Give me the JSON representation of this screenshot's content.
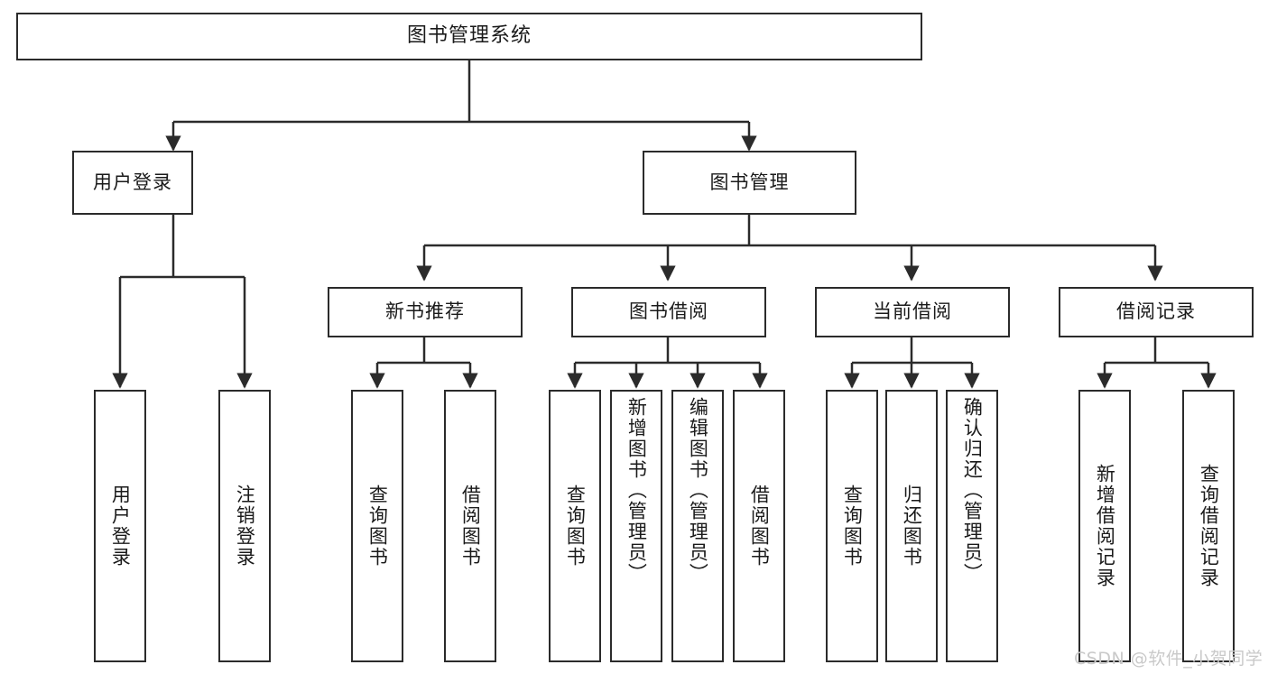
{
  "diagram": {
    "title": "图书管理系统",
    "type": "functional-structure-tree",
    "watermark": "CSDN @软件_小贺同学",
    "colors": {
      "box_border": "#2b2b2b",
      "box_fill": "#ffffff",
      "edge": "#2b2b2b",
      "text": "#1a1a1a",
      "watermark": "#c9c9c9",
      "background": "#ffffff"
    },
    "root": {
      "label": "图书管理系统"
    },
    "level2": [
      {
        "id": "user-login",
        "label": "用户登录"
      },
      {
        "id": "book-manage",
        "label": "图书管理"
      }
    ],
    "level3": [
      {
        "id": "new-book-recommend",
        "label": "新书推荐"
      },
      {
        "id": "book-borrow",
        "label": "图书借阅"
      },
      {
        "id": "current-borrow",
        "label": "当前借阅"
      },
      {
        "id": "borrow-record",
        "label": "借阅记录"
      }
    ],
    "leaves": {
      "user-login": [
        {
          "id": "leaf-user-login",
          "label": "用户登录"
        },
        {
          "id": "leaf-logout",
          "label": "注销登录"
        }
      ],
      "new-book-recommend": [
        {
          "id": "leaf-query-book-1",
          "label": "查询图书"
        },
        {
          "id": "leaf-borrow-book-1",
          "label": "借阅图书"
        }
      ],
      "book-borrow": [
        {
          "id": "leaf-query-book-2",
          "label": "查询图书"
        },
        {
          "id": "leaf-add-book",
          "label": "新增图书（管理员）"
        },
        {
          "id": "leaf-edit-book",
          "label": "编辑图书（管理员）"
        },
        {
          "id": "leaf-borrow-book-2",
          "label": "借阅图书"
        }
      ],
      "current-borrow": [
        {
          "id": "leaf-query-book-3",
          "label": "查询图书"
        },
        {
          "id": "leaf-return-book",
          "label": "归还图书"
        },
        {
          "id": "leaf-confirm-return",
          "label": "确认归还（管理员）"
        }
      ],
      "borrow-record": [
        {
          "id": "leaf-add-record",
          "label": "新增借阅记录"
        },
        {
          "id": "leaf-query-record",
          "label": "查询借阅记录"
        }
      ]
    }
  }
}
